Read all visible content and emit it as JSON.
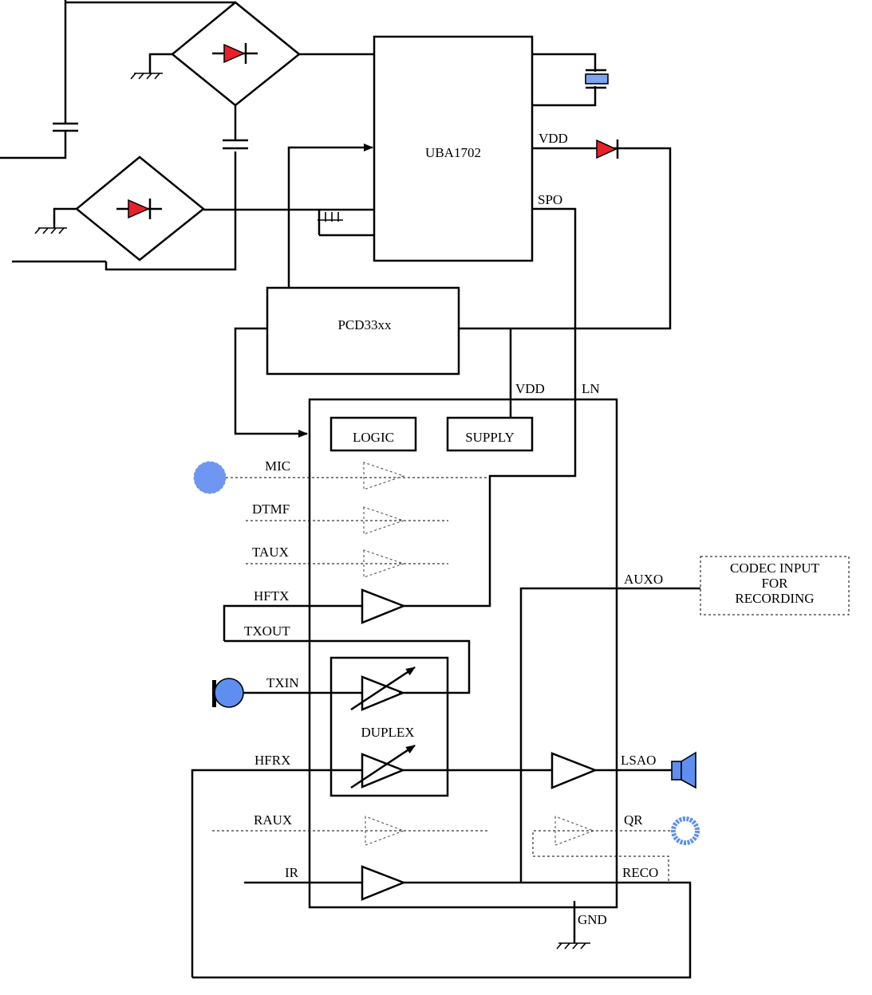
{
  "blocks": {
    "uba": "UBA1702",
    "pcd": "PCD33xx",
    "logic": "LOGIC",
    "supply": "SUPPLY",
    "duplex": "DUPLEX",
    "codec_line1": "CODEC INPUT",
    "codec_line2": "FOR",
    "codec_line3": "RECORDING"
  },
  "pins": {
    "uba_vdd": "VDD",
    "uba_spo": "SPO",
    "vdd": "VDD",
    "ln": "LN",
    "mic": "MIC",
    "dtmf": "DTMF",
    "taux": "TAUX",
    "hftx": "HFTX",
    "txout": "TXOUT",
    "txin": "TXIN",
    "hfrx": "HFRX",
    "raux": "RAUX",
    "ir": "IR",
    "auxo": "AUXO",
    "lsao": "LSAO",
    "qr": "QR",
    "reco": "RECO",
    "gnd": "GND"
  },
  "colors": {
    "diode": "#e8202a",
    "mic": "#6f96f0",
    "crystal": "#7ea4ee",
    "speaker": "#5e8ff0",
    "ring": "#5e8ff0"
  }
}
